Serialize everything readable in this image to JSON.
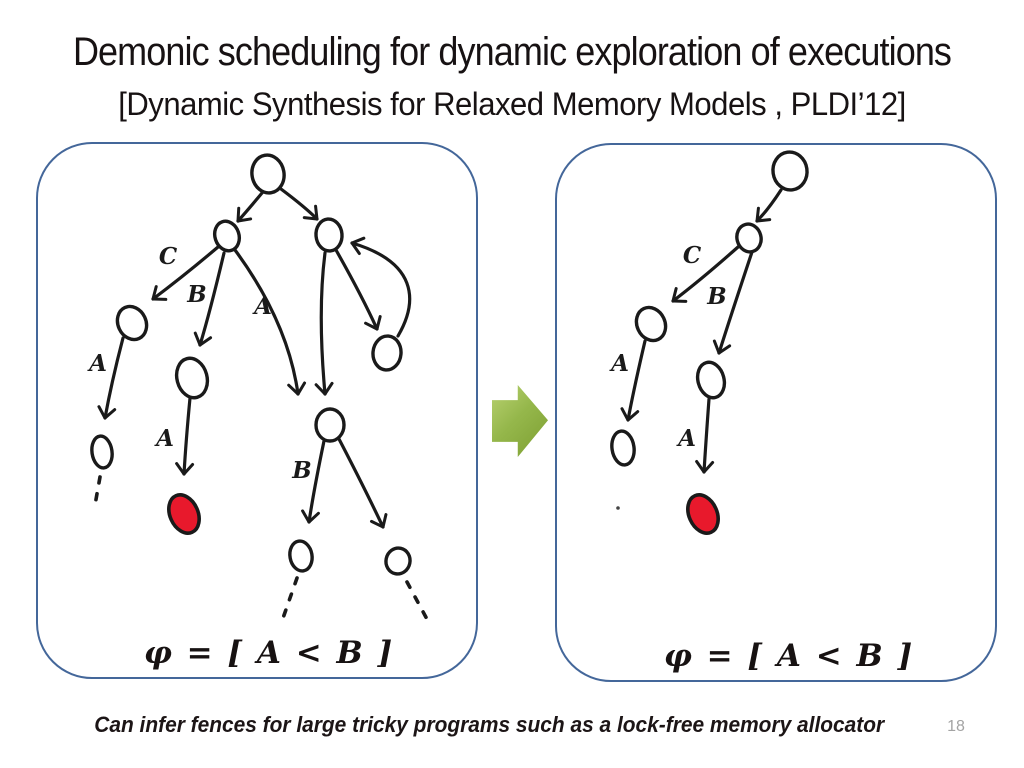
{
  "slide": {
    "title": "Demonic scheduling for dynamic exploration of executions",
    "subtitle": "[Dynamic Synthesis for Relaxed Memory Models , PLDI’12]",
    "footer": "Can infer fences for large tricky programs such as a lock-free memory allocator",
    "page_number": "18"
  },
  "left_panel": {
    "formula": "φ = [ A < B ]",
    "edge_labels": {
      "c": "C",
      "b": "B",
      "a_mid": "A",
      "a_left": "A",
      "a_red": "A",
      "b_low": "B"
    }
  },
  "right_panel": {
    "formula": "φ = [ A < B ]",
    "edge_labels": {
      "c": "C",
      "b": "B",
      "a_left": "A",
      "a_red": "A"
    }
  },
  "icons": {
    "transform_arrow": "green-right-arrow"
  },
  "colors": {
    "panel_border": "#44679a",
    "arrow_green": "#95b74b",
    "error_node_red": "#e8192c",
    "ink": "#1a1a1a",
    "page_number_gray": "#a3a3a3"
  }
}
